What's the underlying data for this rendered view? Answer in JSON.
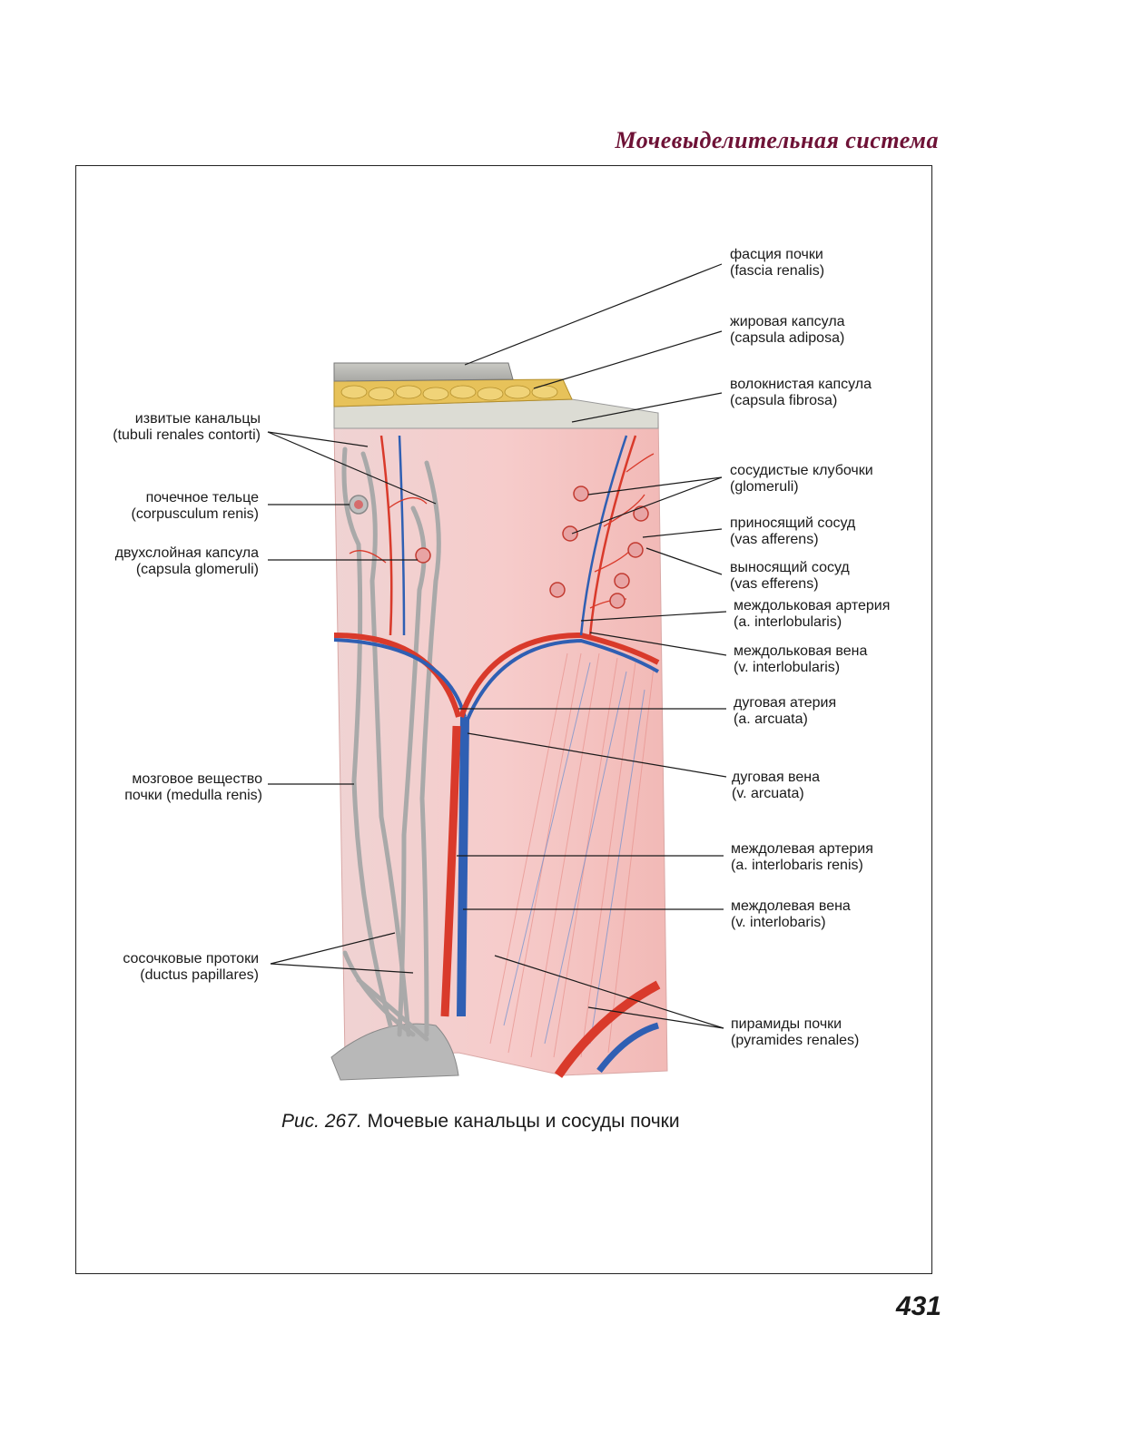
{
  "header": {
    "section_title": "Мочевыделительная система"
  },
  "labels_left": [
    {
      "ru": "извитые канальцы",
      "lat": "(tubuli renales contorti)"
    },
    {
      "ru": "почечное тельце",
      "lat": "(corpusculum renis)"
    },
    {
      "ru": "двухслойная капсула",
      "lat": "(capsula glomeruli)"
    },
    {
      "ru": "мозговое вещество",
      "lat": "почки (medulla renis)"
    },
    {
      "ru": "сосочковые протоки",
      "lat": "(ductus papillares)"
    }
  ],
  "labels_right": [
    {
      "ru": "фасция почки",
      "lat": "(fascia renalis)"
    },
    {
      "ru": "жировая капсула",
      "lat": "(capsula adiposa)"
    },
    {
      "ru": "волокнистая капсула",
      "lat": "(capsula fibrosa)"
    },
    {
      "ru": "сосудистые клубочки",
      "lat": "(glomeruli)"
    },
    {
      "ru": "приносящий сосуд",
      "lat": "(vas afferens)"
    },
    {
      "ru": "выносящий сосуд",
      "lat": "(vas efferens)"
    },
    {
      "ru": "междольковая артерия",
      "lat": "(a. interlobularis)"
    },
    {
      "ru": "междольковая вена",
      "lat": "(v. interlobularis)"
    },
    {
      "ru": "дуговая атерия",
      "lat": "(a. arcuata)"
    },
    {
      "ru": "дуговая вена",
      "lat": "(v. arcuata)"
    },
    {
      "ru": "междолевая артерия",
      "lat": "(a. interlobaris renis)"
    },
    {
      "ru": "междолевая вена",
      "lat": "(v. interlobaris)"
    },
    {
      "ru": "пирамиды почки",
      "lat": "(pyramides renales)"
    }
  ],
  "caption": {
    "figure": "Рис. 267.",
    "title": "Мочевые канальцы и сосуды почки"
  },
  "page_number": "431",
  "colors": {
    "artery": "#d93a2b",
    "vein": "#2f5fb3",
    "tissue": "#f3c9c6",
    "fat": "#e7c25a",
    "tubule": "#b5b5b5",
    "header": "#6e1236"
  }
}
